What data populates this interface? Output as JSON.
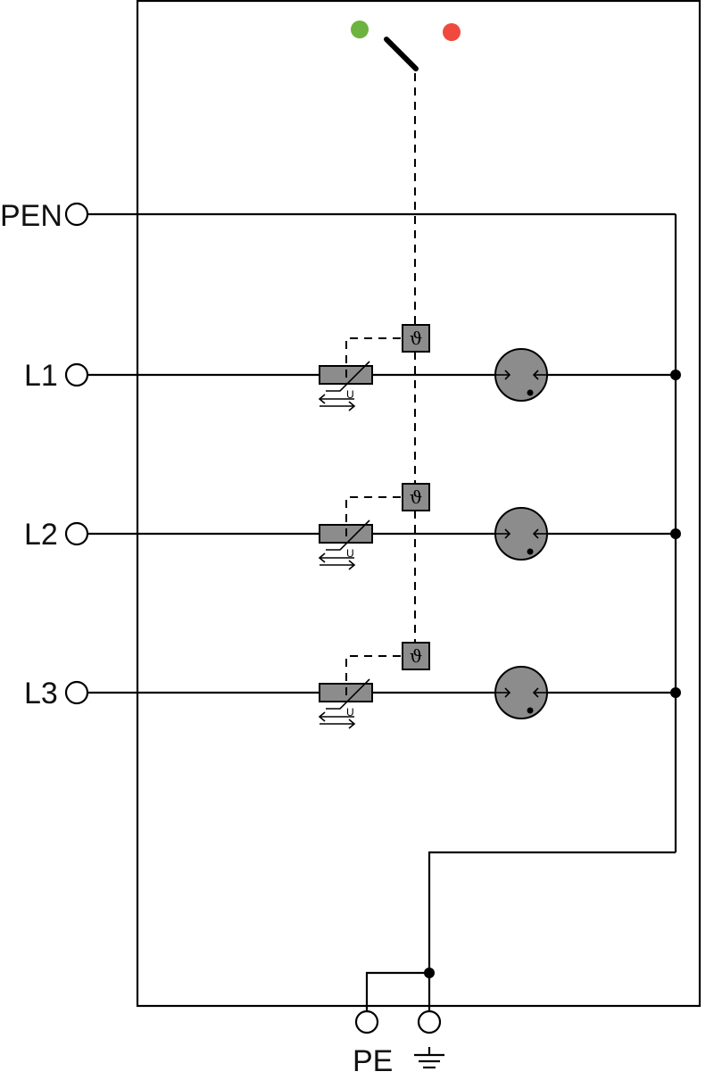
{
  "terminals": {
    "pen": "PEN",
    "l1": "L1",
    "l2": "L2",
    "l3": "L3",
    "pe": "PE"
  },
  "indicators": {
    "ok_color": "#6db33f",
    "fault_color": "#f04a3e"
  },
  "symbols": {
    "thermal": "ϑ",
    "varistor_mark": "U",
    "ground": "ground-symbol"
  },
  "colors": {
    "component_fill": "#8c8c8c",
    "line": "#000000"
  }
}
